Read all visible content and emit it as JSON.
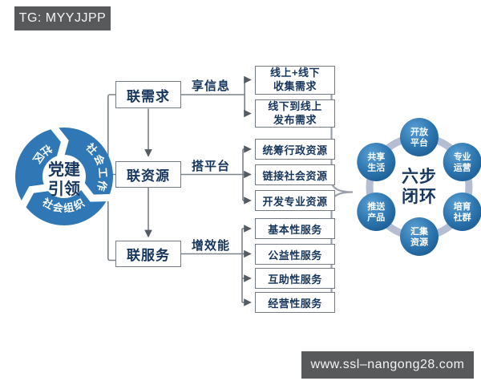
{
  "banners": {
    "top": "TG: MYYJJPP",
    "bottom": "www.ssl–nangong28.com"
  },
  "left_cycle": {
    "center_line1": "党建",
    "center_line2": "引领",
    "labels": {
      "top_left": "社区",
      "right": "社会工作",
      "bottom": "社会组织"
    }
  },
  "pillars": [
    {
      "label": "联需求",
      "edge": "享信息"
    },
    {
      "label": "联资源",
      "edge": "搭平台"
    },
    {
      "label": "联服务",
      "edge": "增效能"
    }
  ],
  "outputs": {
    "needs": [
      {
        "l1": "线上+线下",
        "l2": "收集需求"
      },
      {
        "l1": "线下到线上",
        "l2": "发布需求"
      }
    ],
    "resources": [
      "统筹行政资源",
      "链接社会资源",
      "开发专业资源"
    ],
    "services": [
      "基本性服务",
      "公益性服务",
      "互助性服务",
      "经营性服务"
    ]
  },
  "right_cycle": {
    "center_line1": "六步",
    "center_line2": "闭环",
    "nodes": [
      {
        "l1": "开放",
        "l2": "平台"
      },
      {
        "l1": "专业",
        "l2": "运营"
      },
      {
        "l1": "培育",
        "l2": "社群"
      },
      {
        "l1": "汇集",
        "l2": "资源"
      },
      {
        "l1": "推送",
        "l2": "产品"
      },
      {
        "l1": "共享",
        "l2": "生活"
      }
    ]
  },
  "colors": {
    "accent_blue": "#2f78b5",
    "navy_text": "#17365d",
    "banner_gray": "#58595b",
    "ring_light": "#b4bdd2",
    "connector_gray": "#7b8288"
  }
}
